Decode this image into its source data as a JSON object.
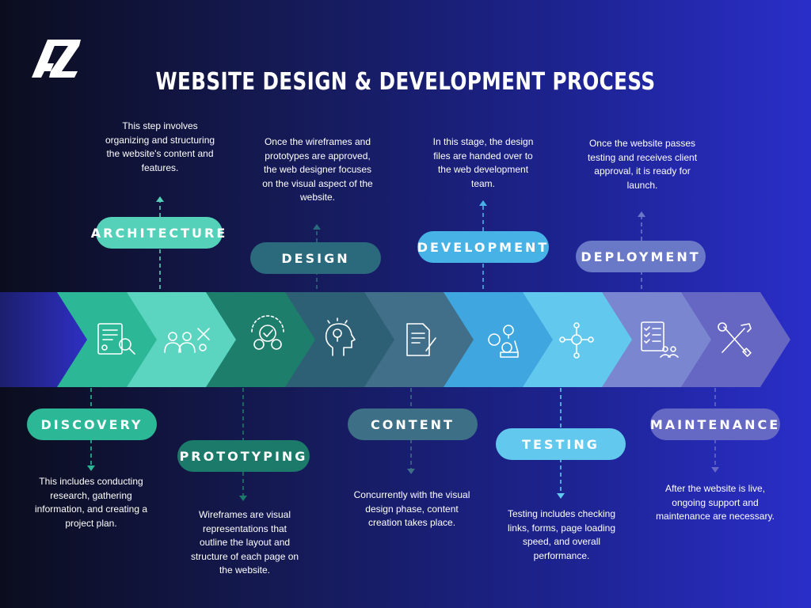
{
  "title": "WEBSITE DESIGN & DEVELOPMENT PROCESS",
  "logo_text": "AZ",
  "colors": {
    "discovery": "#2cb796",
    "architecture": "#56d1b9",
    "prototyping": "#1b7a6a",
    "design": "#2a6a7c",
    "content": "#3d6f86",
    "development": "#46b2e6",
    "testing": "#62c8ee",
    "deployment": "#6a78c8",
    "maintenance": "#6669c4"
  },
  "steps": [
    {
      "id": "discovery",
      "label": "DISCOVERY",
      "icon": "document-search-icon",
      "description": "This includes conducting research, gathering information, and creating a project plan."
    },
    {
      "id": "architecture",
      "label": "ARCHITECTURE",
      "icon": "people-tools-icon",
      "description": "This step involves organizing and structuring the website's content and features."
    },
    {
      "id": "prototyping",
      "label": "PROTOTYPING",
      "icon": "gears-check-icon",
      "description": "Wireframes are visual representations that outline the layout and structure of each page on the website."
    },
    {
      "id": "design",
      "label": "DESIGN",
      "icon": "head-lightbulb-icon",
      "description": "Once the wireframes and prototypes are approved, the web designer focuses on the visual aspect of the website."
    },
    {
      "id": "content",
      "label": "CONTENT",
      "icon": "document-pen-icon",
      "description": "Concurrently with the visual design phase, content creation takes place."
    },
    {
      "id": "development",
      "label": "DEVELOPMENT",
      "icon": "gears-bulb-icon",
      "description": "In this stage, the design files are handed over to the web development team."
    },
    {
      "id": "testing",
      "label": "TESTING",
      "icon": "network-nodes-icon",
      "description": "Testing includes checking links, forms, page loading speed, and overall performance."
    },
    {
      "id": "deployment",
      "label": "DEPLOYMENT",
      "icon": "checklist-team-icon",
      "description": "Once the website passes testing and receives client approval, it is ready for launch."
    },
    {
      "id": "maintenance",
      "label": "MAINTENANCE",
      "icon": "wrench-screwdriver-icon",
      "description": "After the website is live, ongoing support and maintenance are necessary."
    }
  ]
}
